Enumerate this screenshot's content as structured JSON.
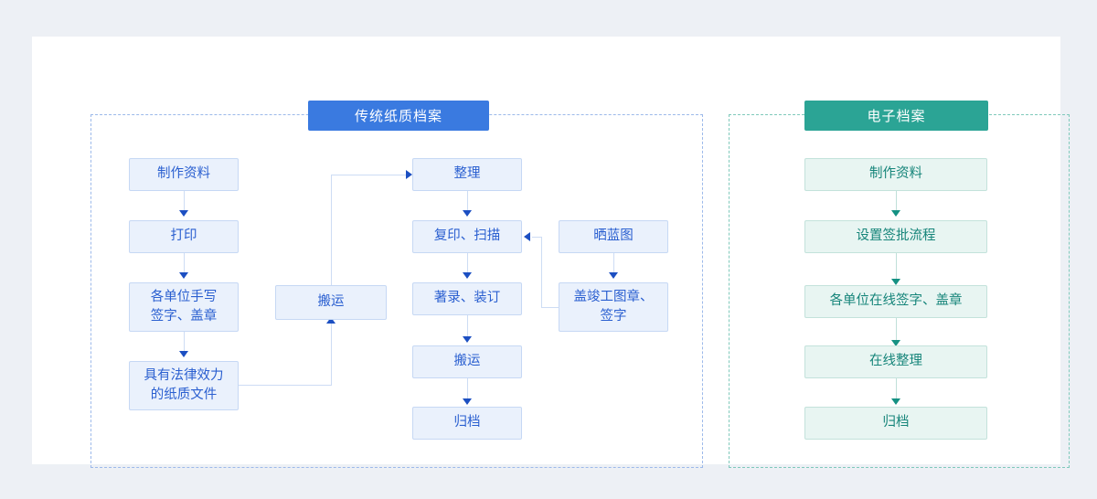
{
  "diagram": {
    "background_color": "#edf0f5",
    "card_color": "#ffffff",
    "panels": [
      {
        "id": "paper",
        "title": "传统纸质档案",
        "title_bg": "#3a7ae0",
        "border_color": "#9cb9ea",
        "node_fill": "#eaf1fc",
        "node_border": "#c6d8f4",
        "node_text_color": "#2a5fd0"
      },
      {
        "id": "electronic",
        "title": "电子档案",
        "title_bg": "#2ba495",
        "border_color": "#7fc9bb",
        "node_fill": "#e8f5f2",
        "node_border": "#c3e2db",
        "node_text_color": "#16857a"
      }
    ],
    "paper_nodes": [
      {
        "key": "n1",
        "label": "制作资料"
      },
      {
        "key": "n2",
        "label": "打印"
      },
      {
        "key": "n3",
        "label": "各单位手写\n签字、盖章"
      },
      {
        "key": "n4",
        "label": "具有法律效力\n的纸质文件"
      },
      {
        "key": "n5",
        "label": "搬运"
      },
      {
        "key": "n6",
        "label": "整理"
      },
      {
        "key": "n7",
        "label": "复印、扫描"
      },
      {
        "key": "n8",
        "label": "著录、装订"
      },
      {
        "key": "n9",
        "label": "搬运"
      },
      {
        "key": "n10",
        "label": "归档"
      },
      {
        "key": "n11",
        "label": "晒蓝图"
      },
      {
        "key": "n12",
        "label": "盖竣工图章、\n签字"
      }
    ],
    "electronic_nodes": [
      {
        "key": "e1",
        "label": "制作资料"
      },
      {
        "key": "e2",
        "label": "设置签批流程"
      },
      {
        "key": "e3",
        "label": "各单位在线签字、盖章"
      },
      {
        "key": "e4",
        "label": "在线整理"
      },
      {
        "key": "e5",
        "label": "归档"
      }
    ],
    "paper_edges": [
      {
        "from": "制作资料",
        "to": "打印"
      },
      {
        "from": "打印",
        "to": "各单位手写签字、盖章"
      },
      {
        "from": "各单位手写签字、盖章",
        "to": "具有法律效力的纸质文件"
      },
      {
        "from": "具有法律效力的纸质文件",
        "to": "搬运"
      },
      {
        "from": "搬运",
        "to": "整理"
      },
      {
        "from": "整理",
        "to": "复印、扫描"
      },
      {
        "from": "复印、扫描",
        "to": "著录、装订"
      },
      {
        "from": "著录、装订",
        "to": "搬运"
      },
      {
        "from": "搬运",
        "to": "归档"
      },
      {
        "from": "晒蓝图",
        "to": "盖竣工图章、签字"
      },
      {
        "from": "盖竣工图章、签字",
        "to": "复印、扫描"
      }
    ],
    "electronic_edges": [
      {
        "from": "制作资料",
        "to": "设置签批流程"
      },
      {
        "from": "设置签批流程",
        "to": "各单位在线签字、盖章"
      },
      {
        "from": "各单位在线签字、盖章",
        "to": "在线整理"
      },
      {
        "from": "在线整理",
        "to": "归档"
      }
    ]
  }
}
